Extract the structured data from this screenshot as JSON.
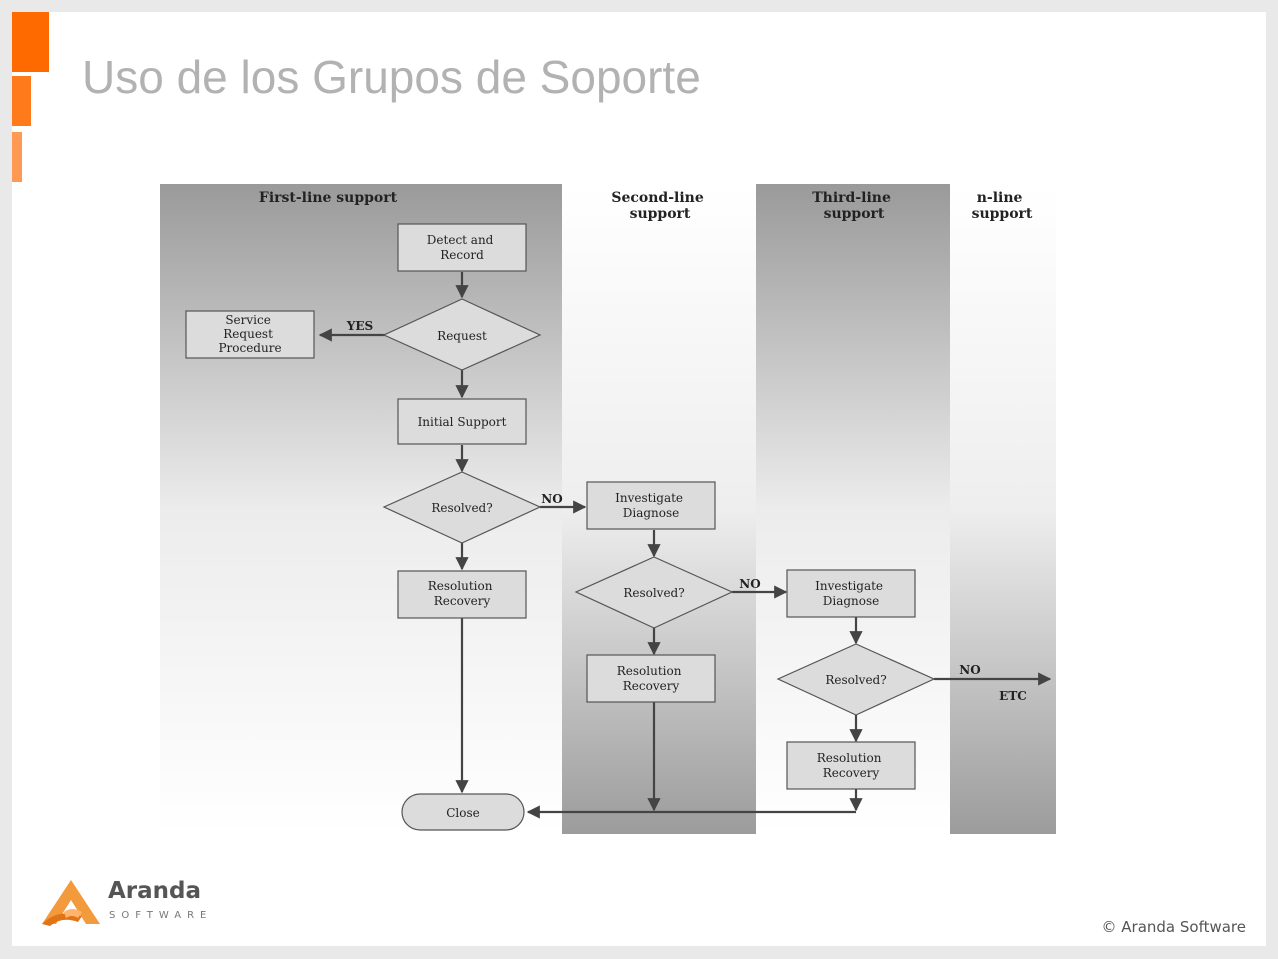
{
  "slide": {
    "title": "Uso de los Grupos de Soporte",
    "brand": "Aranda",
    "brand_sub": "SOFTWARE",
    "copyright": "© Aranda Software",
    "accent_color": "#ff6a00"
  },
  "diagram": {
    "lanes": [
      {
        "title_lines": [
          "First-line support"
        ]
      },
      {
        "title_lines": [
          "Second-line",
          "support"
        ]
      },
      {
        "title_lines": [
          "Third-line",
          "support"
        ]
      },
      {
        "title_lines": [
          "n-line",
          "support"
        ]
      }
    ],
    "nodes": {
      "detect_record": [
        "Detect  and",
        "Record"
      ],
      "request": [
        "Request"
      ],
      "service_request": [
        "Service",
        "Request",
        "Procedure"
      ],
      "initial_support": [
        "Initial  Support"
      ],
      "resolved_1": [
        "Resolved?"
      ],
      "resolution_1": [
        "Resolution",
        "Recovery"
      ],
      "investigate_2": [
        "Investigate",
        "Diagnose"
      ],
      "resolved_2": [
        "Resolved?"
      ],
      "resolution_2": [
        "Resolution",
        "Recovery"
      ],
      "investigate_3": [
        "Investigate",
        "Diagnose"
      ],
      "resolved_3": [
        "Resolved?"
      ],
      "resolution_3": [
        "Resolution",
        "Recovery"
      ],
      "close": [
        "Close"
      ]
    },
    "edge_labels": {
      "yes": "YES",
      "no_1": "NO",
      "no_2": "NO",
      "no_3": "NO",
      "etc": "ETC"
    }
  }
}
